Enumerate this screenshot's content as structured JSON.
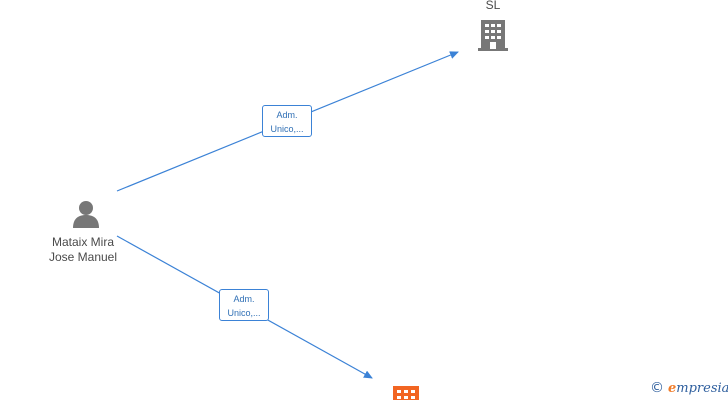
{
  "nodes": {
    "person": {
      "label_line1": "Mataix Mira",
      "label_line2": "Jose Manuel"
    },
    "company_top": {
      "label": "SL"
    },
    "company_bottom": {
      "label": ""
    }
  },
  "edges": [
    {
      "label_line1": "Adm.",
      "label_line2": "Unico,..."
    },
    {
      "label_line1": "Adm.",
      "label_line2": "Unico,..."
    }
  ],
  "colors": {
    "edge": "#3b82d6",
    "company_top_icon": "#777777",
    "company_bottom_icon": "#f26522",
    "person_icon": "#777777"
  },
  "watermark": {
    "copyright": "©",
    "brand_initial": "e",
    "brand_rest": "mpresia"
  }
}
